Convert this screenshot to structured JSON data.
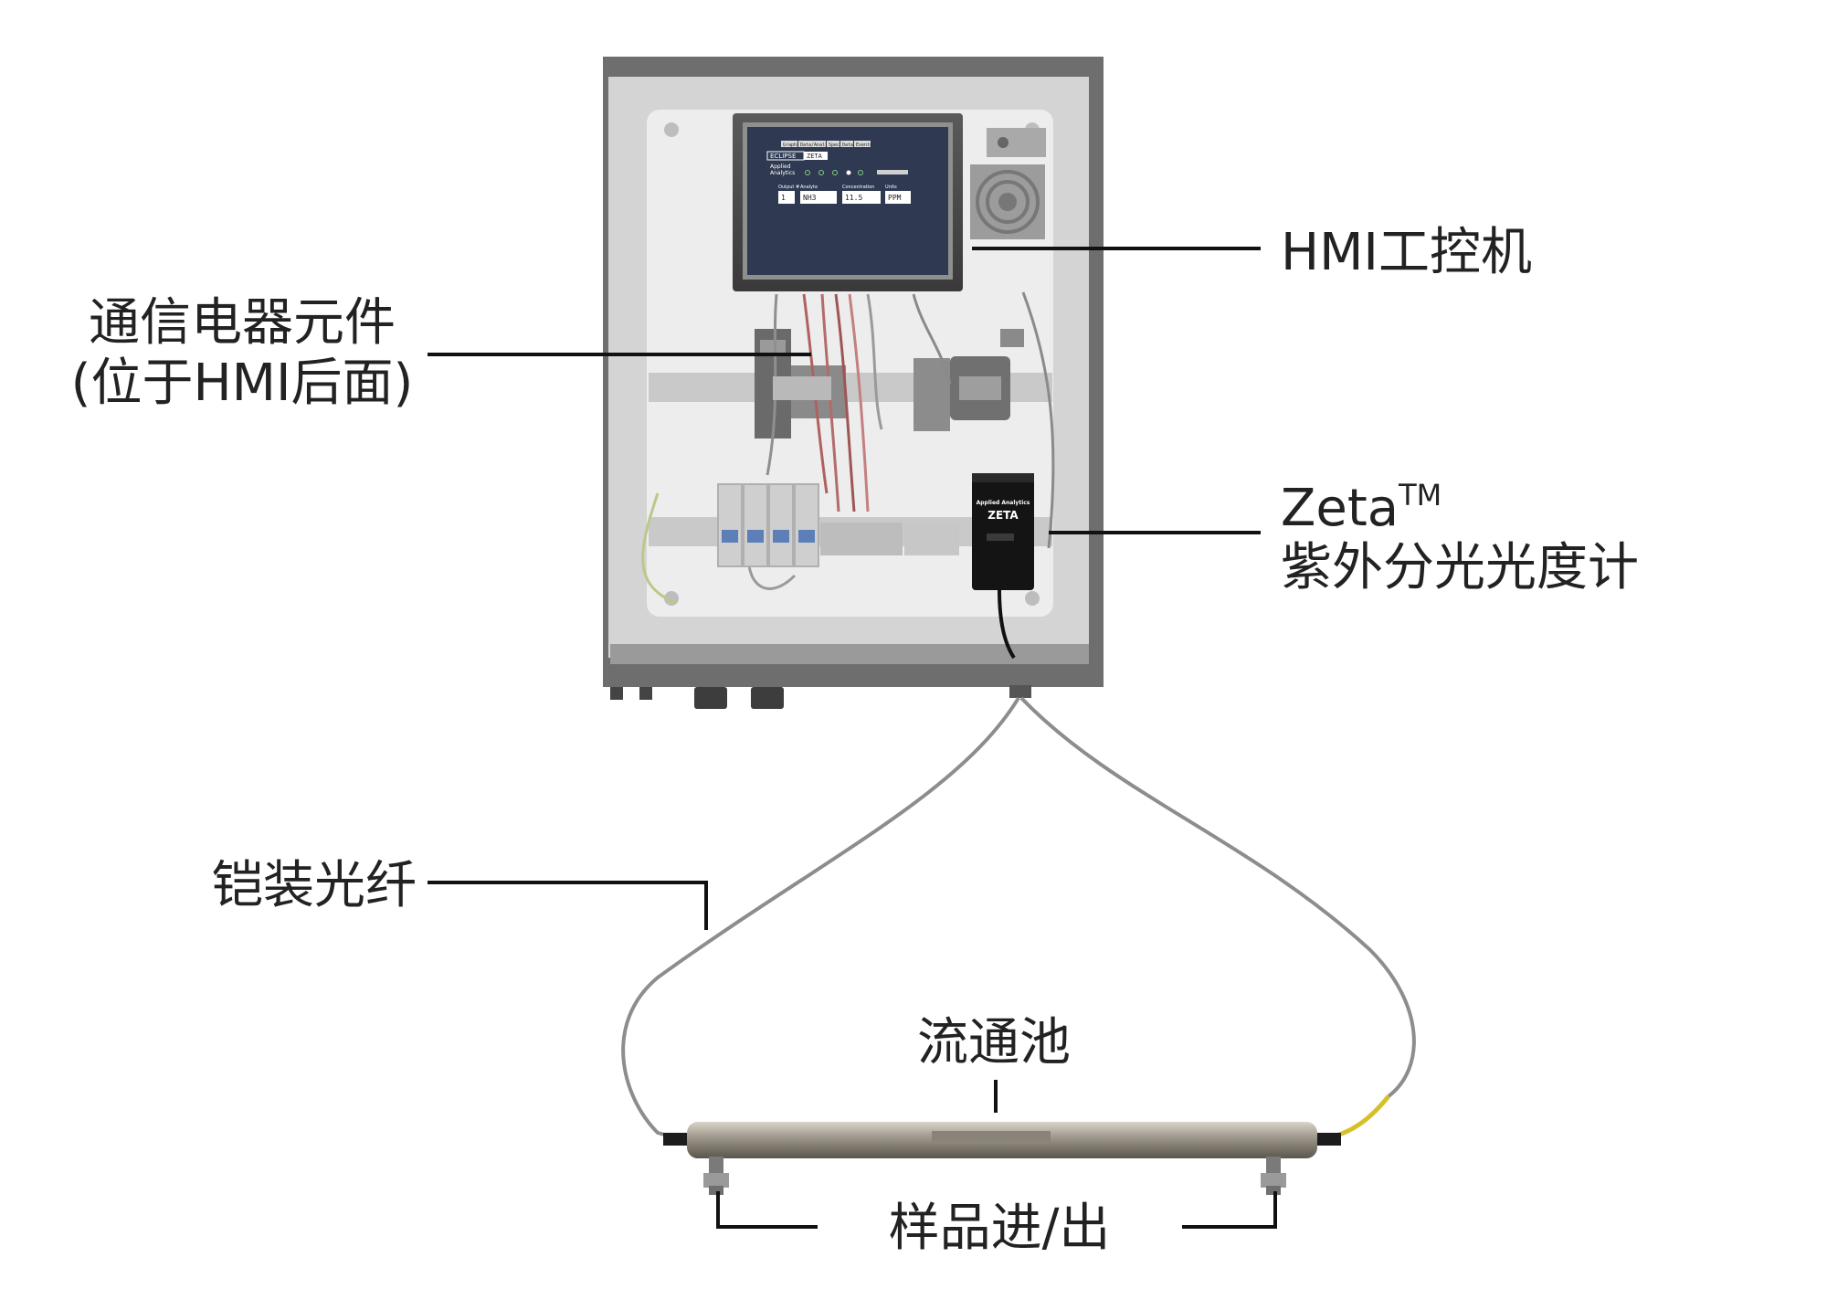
{
  "labels": {
    "hmi": "HMI工控机",
    "comm_line1": "通信电器元件",
    "comm_line2": "(位于HMI后面)",
    "zeta_name": "Zeta",
    "zeta_tm": "TM",
    "zeta_desc": "紫外分光光度计",
    "fiber": "铠装光纤",
    "flowcell": "流通池",
    "sample": "样品进/出"
  },
  "hmi_screen": {
    "tabs": [
      "Graphs",
      "Data/Analysis",
      "Spec",
      "Data",
      "Events"
    ],
    "eclipse": "ECLIPSE",
    "zeta": "ZETA",
    "brand_line1": "Applied",
    "brand_line2": "Analytics",
    "col_output": "Output #",
    "col_analyte": "Analyte",
    "col_concentration": "Concentration",
    "col_units": "Units",
    "output_value": "1",
    "analyte_value": "NH3",
    "concentration_value": "11.5",
    "units_value": "PPM"
  },
  "device_badge": {
    "brand": "Applied Analytics",
    "name": "ZETA"
  },
  "colors": {
    "enclosure": "#6e6e6e",
    "backplate": "#ededed",
    "screen": "#2f3a52",
    "fiber": "#8d8d8d",
    "fiber_accent": "#d6c02a",
    "flowcell": "#a8a296"
  }
}
